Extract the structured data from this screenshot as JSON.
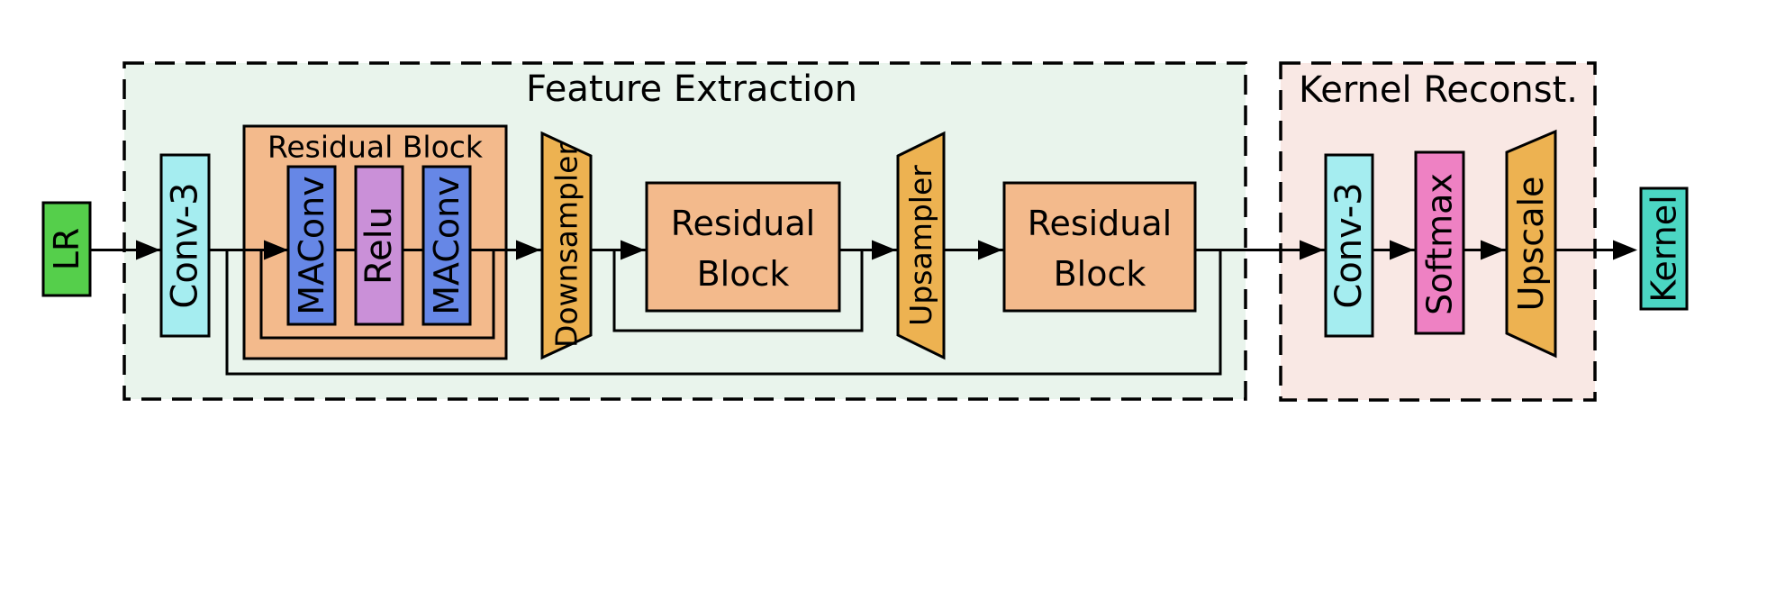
{
  "palette": {
    "canvas_bg": "#ffffff",
    "feature_bg": "#e9f4ec",
    "kernel_bg": "#f9e8e4",
    "lr_green": "#55cf4b",
    "conv_cyan": "#a5edf0",
    "block_orange": "#f3ba8c",
    "maconv_blue": "#6687e6",
    "relu_purple": "#ca90d8",
    "sampler_orange": "#edb251",
    "softmax_pink": "#ee81c3",
    "kernel_teal": "#4bd6c3",
    "line_black": "#000000"
  },
  "regions": {
    "feature_extraction": {
      "label": "Feature Extraction"
    },
    "kernel_reconst": {
      "label": "Kernel Reconst."
    }
  },
  "nodes": {
    "lr": {
      "label": "LR"
    },
    "conv3_a": {
      "label": "Conv-3"
    },
    "residual_block_1": {
      "title": "Residual Block"
    },
    "maconv_1": {
      "label": "MAConv"
    },
    "relu": {
      "label": "Relu"
    },
    "maconv_2": {
      "label": "MAConv"
    },
    "downsampler": {
      "label": "Downsampler"
    },
    "residual_block_2": {
      "line1": "Residual",
      "line2": "Block"
    },
    "upsampler": {
      "label": "Upsampler"
    },
    "residual_block_3": {
      "line1": "Residual",
      "line2": "Block"
    },
    "conv3_b": {
      "label": "Conv-3"
    },
    "softmax": {
      "label": "Softmax"
    },
    "upscale": {
      "label": "Upscale"
    },
    "kernel": {
      "label": "Kernel"
    }
  }
}
